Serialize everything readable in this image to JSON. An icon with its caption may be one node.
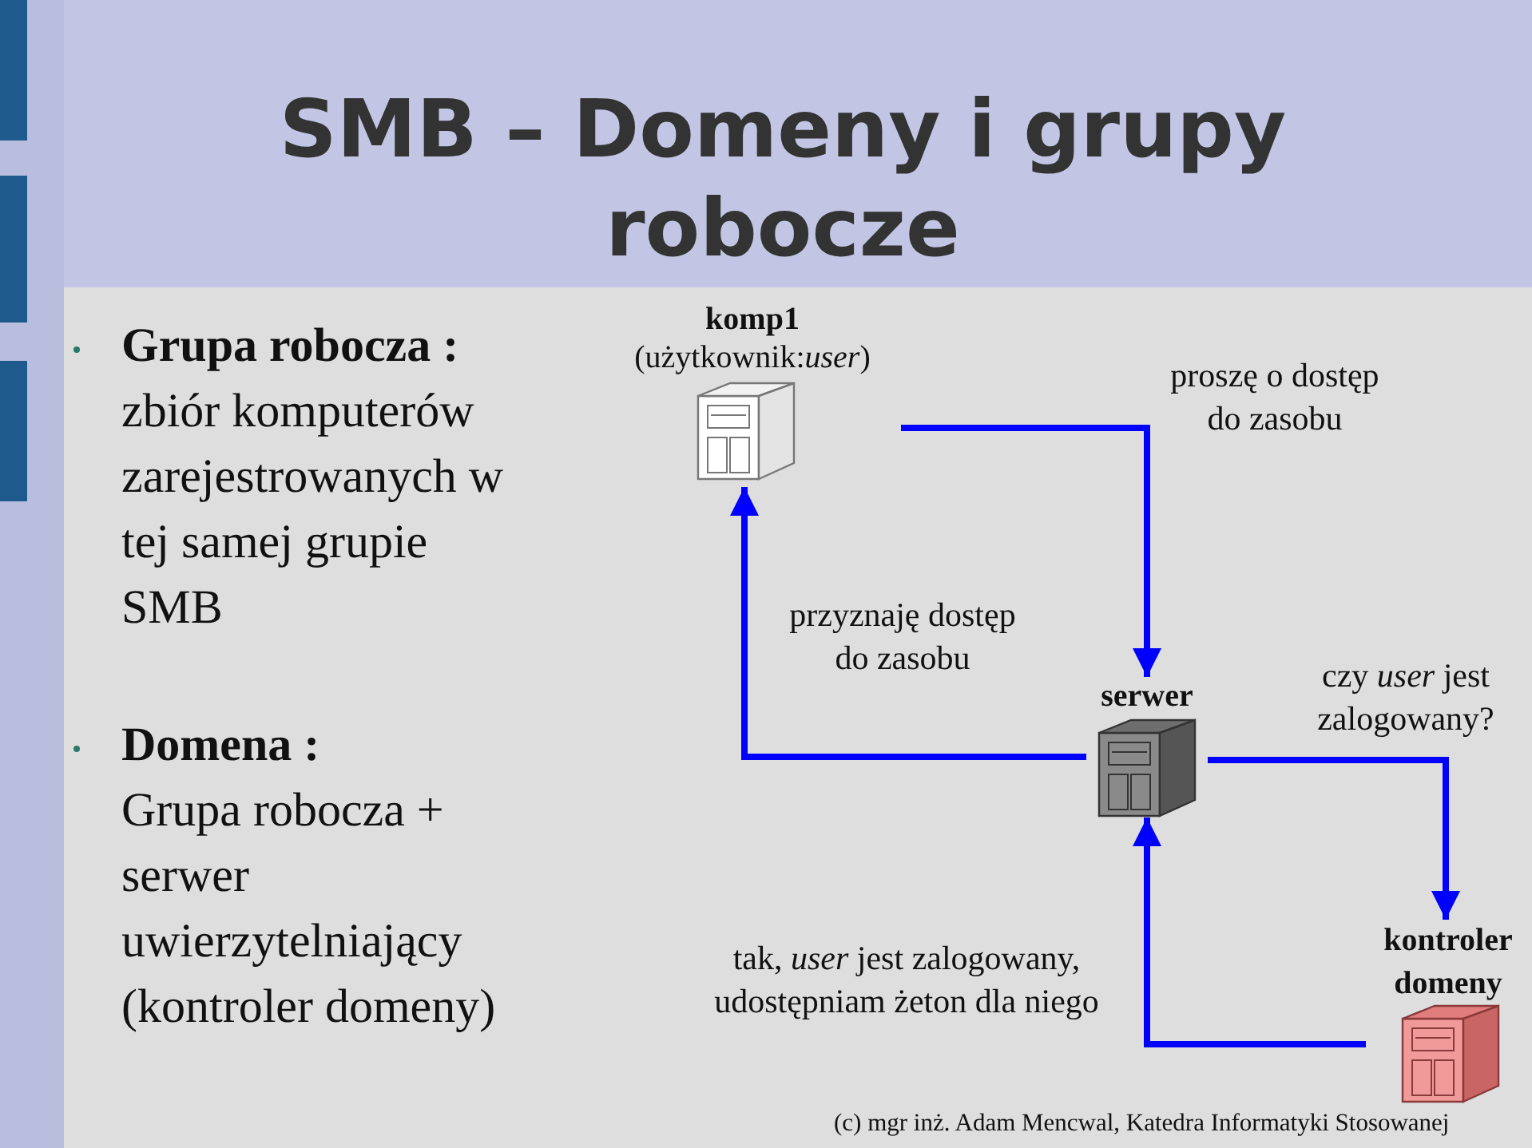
{
  "diagram": {
    "title": "SMB – Domeny i grupy robocze",
    "caption": "(c) mgr inż. Adam Mencwal, Katedra Informatyki Stosowanej",
    "nodes": [
      {
        "text": [
          "komp1",
          "(użytkownik:*user*)"
        ]
      },
      {
        "text": [
          "serwer"
        ]
      },
      {
        "text": [
          "kontroler domeny"
        ]
      }
    ],
    "edges": [
      {
        "from": 0,
        "to": 1,
        "arrow": "to",
        "label": "proszę o dostęp do zasobu"
      },
      {
        "from": 1,
        "to": 0,
        "arrow": "to",
        "label": "przyznaję dostęp do zasobu"
      },
      {
        "from": 1,
        "to": 2,
        "arrow": "to",
        "label": "czy *user* jest zalogowany?"
      },
      {
        "from": 2,
        "to": 1,
        "arrow": "to",
        "label": "tak, *user* jest zalogowany, udostępniam żeton dla niego"
      }
    ],
    "labels": [
      "**Grupa robocza :** zbiór komputerów zarejestrowanych w tej samej grupie SMB",
      "**Domena :** Grupa robocza + serwer uwierzytelniający (kontroler domeny)"
    ]
  }
}
